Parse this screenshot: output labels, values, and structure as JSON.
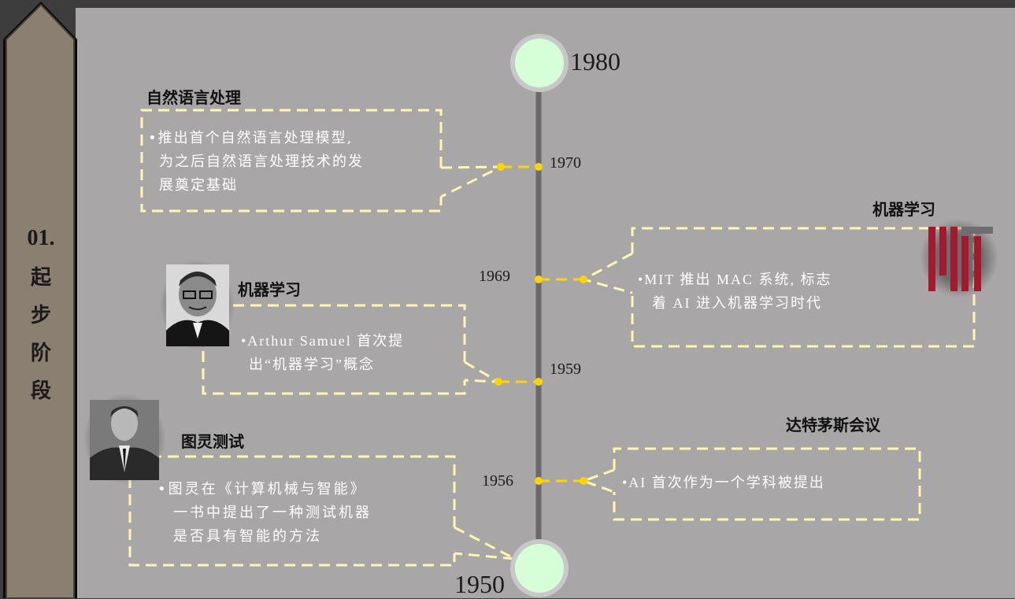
{
  "section": {
    "number": "01.",
    "title_chars": [
      "起",
      "步",
      "阶",
      "段"
    ]
  },
  "timeline": {
    "start_year": "1950",
    "end_year": "1980"
  },
  "events": [
    {
      "id": "nlp",
      "year": "1970",
      "heading": "自然语言处理",
      "lines": [
        "•推出首个自然语言处理模型,",
        "为之后自然语言处理技术的发",
        "展奠定基础"
      ]
    },
    {
      "id": "mit",
      "year": "1969",
      "heading": "机器学习",
      "lines": [
        "•MIT 推出 MAC 系统, 标志",
        "着 AI 进入机器学习时代"
      ]
    },
    {
      "id": "samuel",
      "year": "1959",
      "heading": "机器学习",
      "lines": [
        "•Arthur Samuel 首次提",
        "出“机器学习”概念"
      ]
    },
    {
      "id": "dartmouth",
      "year": "1956",
      "heading": "达特茅斯会议",
      "lines": [
        "•AI 首次作为一个学科被提出"
      ]
    },
    {
      "id": "turing",
      "year": "",
      "heading": "图灵测试",
      "lines": [
        "•图灵在《计算机械与智能》",
        "一书中提出了一种测试机器",
        "是否具有智能的方法"
      ]
    }
  ],
  "colors": {
    "dash": "#fff6b0",
    "dot": "#ffd400",
    "circle": "#d8ffd8",
    "circle_ring": "#c8c8c8",
    "mit_red": "#a3192f"
  }
}
